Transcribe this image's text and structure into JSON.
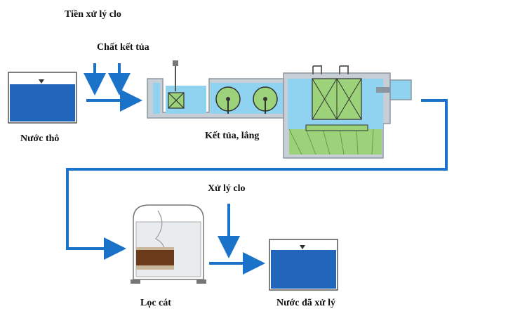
{
  "labels": {
    "pre_chlorination": "Tiền xử lý clo",
    "coagulant": "Chất kết tủa",
    "raw_water": "Nước thô",
    "coagulation_settling": "Kết tủa, lắng",
    "chlorination": "Xử lý clo",
    "sand_filter": "Lọc cát",
    "treated_water": "Nước đã xử lý"
  },
  "colors": {
    "flow": "#1a73c8",
    "water": "#2266bb",
    "water_light": "#8fd3f0",
    "equipment_green": "#9bd27a",
    "tank_wall": "#c7ced6",
    "tank_wall_dark": "#8c96a0",
    "sand": "#6b3a1a"
  },
  "icons": [
    "flow-arrow",
    "water-level-marker",
    "mixer-icon",
    "flocculator-paddle-icon"
  ]
}
